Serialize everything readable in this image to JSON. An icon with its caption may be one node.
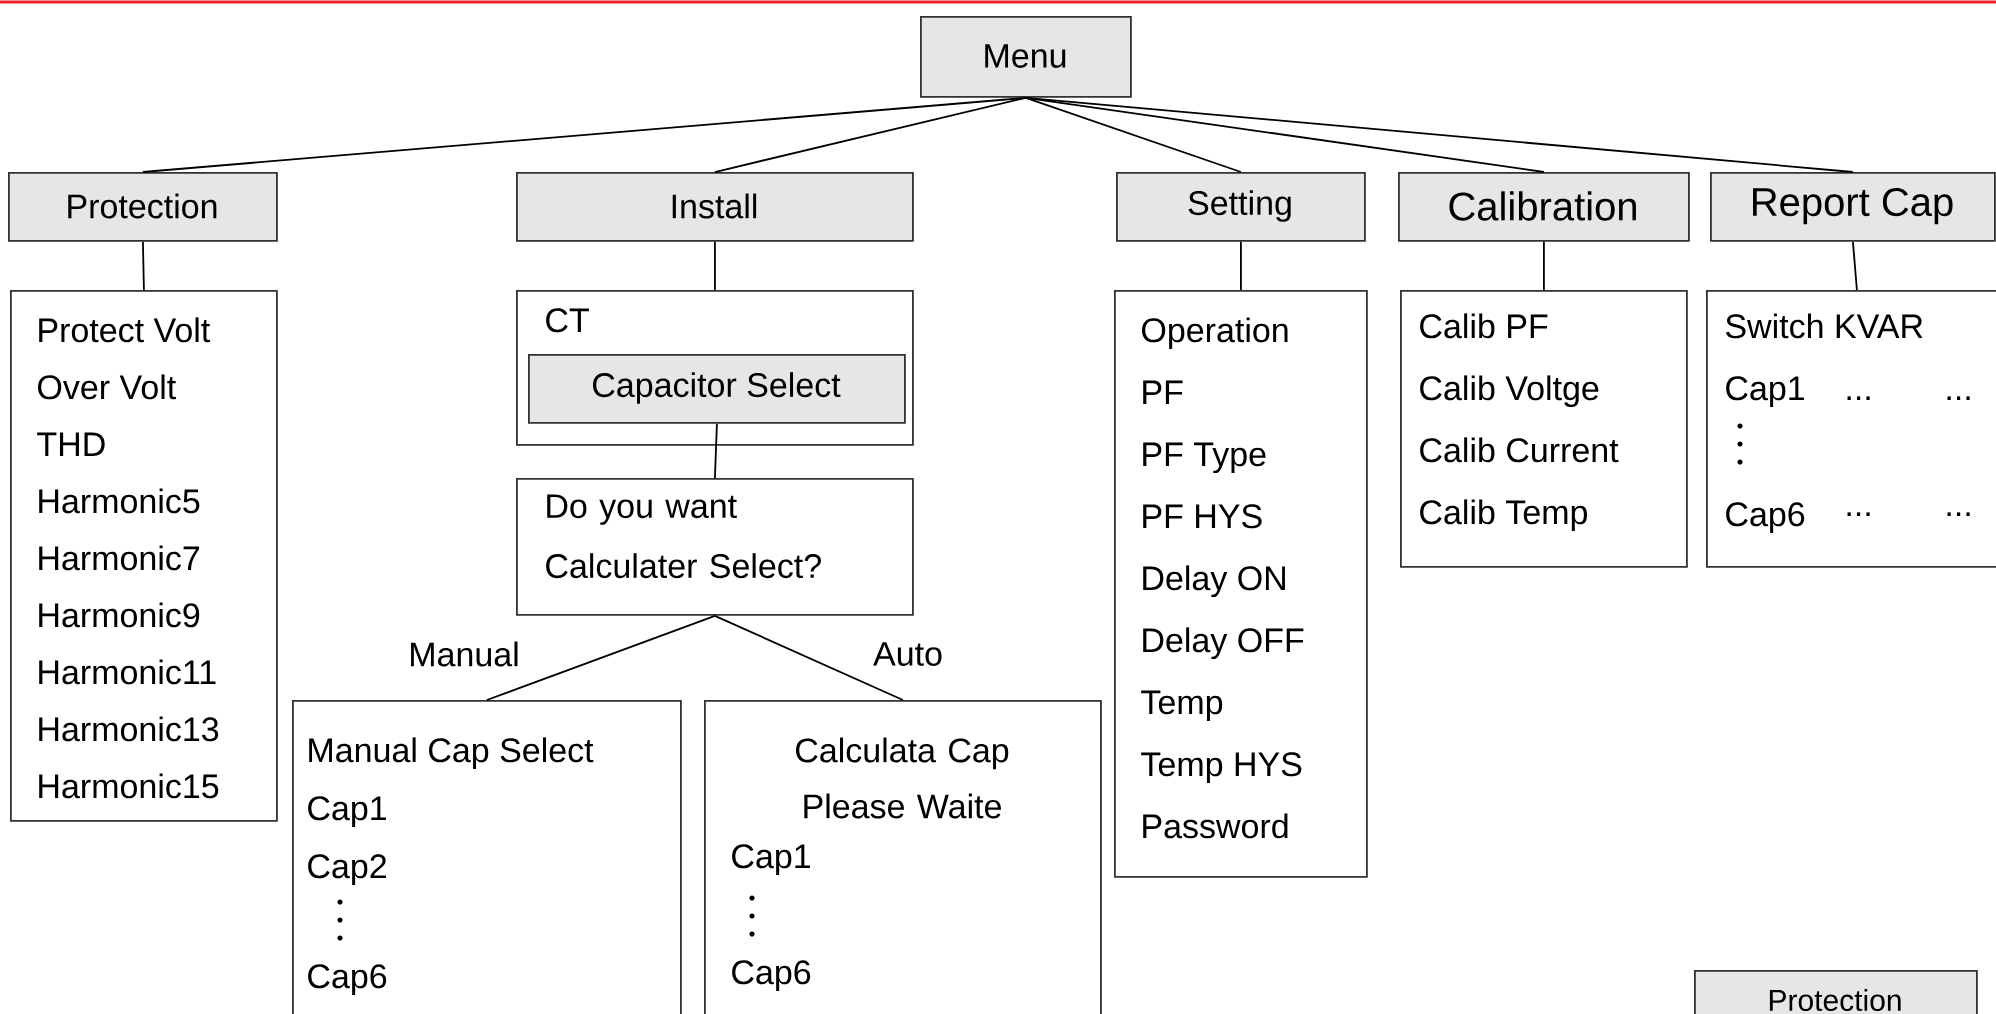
{
  "diagram": {
    "nodes": [
      {
        "text": [
          "Menu"
        ]
      },
      {
        "text": [
          "Protection"
        ]
      },
      {
        "text": [
          "Install"
        ]
      },
      {
        "text": [
          "Setting"
        ]
      },
      {
        "text": [
          "Calibration"
        ]
      },
      {
        "text": [
          "Report Cap"
        ]
      },
      {
        "text": [
          "Protect Volt",
          "Over Volt",
          "THD",
          "Harmonic5",
          "Harmonic7",
          "Harmonic9",
          "Harmonic11",
          "Harmonic13",
          "Harmonic15"
        ]
      },
      {
        "text": [
          "CT"
        ]
      },
      {
        "text": [
          "Capacitor Select"
        ],
        "in": 7
      },
      {
        "text": [
          "Do you want Calculater Select?"
        ]
      },
      {
        "text": [
          "Manual Cap Select",
          "Cap1",
          "Cap2",
          "Cap6"
        ]
      },
      {
        "text": [
          "Calculata Cap Please Waite",
          "Cap1",
          "Cap6"
        ]
      },
      {
        "text": [
          "Operation",
          "PF",
          "PF Type",
          "PF HYS",
          "Delay ON",
          "Delay OFF",
          "Temp",
          "Temp HYS",
          "Password"
        ]
      },
      {
        "text": [
          "Calib PF",
          "Calib Voltge",
          "Calib Current",
          "Calib Temp"
        ]
      },
      {
        "text": [
          "Switch KVAR",
          "Cap1",
          "...",
          "...",
          "Cap6",
          "...",
          "..."
        ]
      },
      {
        "text": [
          "Protection"
        ]
      }
    ],
    "edges": [
      {
        "from": 0,
        "to": 1,
        "arrow": "none"
      },
      {
        "from": 0,
        "to": 2,
        "arrow": "none"
      },
      {
        "from": 0,
        "to": 3,
        "arrow": "none"
      },
      {
        "from": 0,
        "to": 4,
        "arrow": "none"
      },
      {
        "from": 0,
        "to": 5,
        "arrow": "none"
      },
      {
        "from": 1,
        "to": 6,
        "arrow": "none"
      },
      {
        "from": 2,
        "to": 7,
        "arrow": "none"
      },
      {
        "from": 8,
        "to": 9,
        "arrow": "none"
      },
      {
        "from": 9,
        "to": 10,
        "arrow": "none",
        "label": "Manual"
      },
      {
        "from": 9,
        "to": 11,
        "arrow": "none",
        "label": "Auto"
      },
      {
        "from": 3,
        "to": 12,
        "arrow": "none"
      },
      {
        "from": 4,
        "to": 13,
        "arrow": "none"
      },
      {
        "from": 5,
        "to": 14,
        "arrow": "none"
      }
    ]
  }
}
